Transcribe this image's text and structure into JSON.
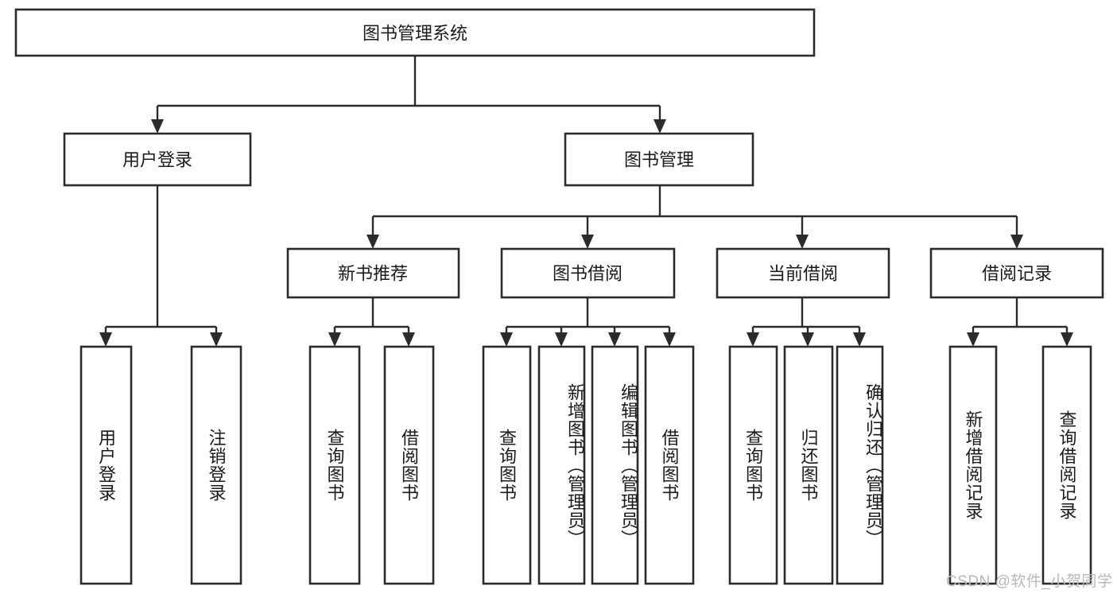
{
  "diagram": {
    "title_node": {
      "label": "图书管理系统"
    },
    "level2": [
      {
        "id": "user-login",
        "label": "用户登录"
      },
      {
        "id": "book-manage",
        "label": "图书管理"
      }
    ],
    "level3": [
      {
        "id": "new-book-recommend",
        "label": "新书推荐"
      },
      {
        "id": "book-borrow",
        "label": "图书借阅"
      },
      {
        "id": "current-borrow",
        "label": "当前借阅"
      },
      {
        "id": "borrow-record",
        "label": "借阅记录"
      }
    ],
    "leaves": [
      {
        "id": "leaf-user-login",
        "label": "用户登录"
      },
      {
        "id": "leaf-logout-login",
        "label": "注销登录"
      },
      {
        "id": "leaf-query-book-1",
        "label": "查询图书"
      },
      {
        "id": "leaf-borrow-book-1",
        "label": "借阅图书"
      },
      {
        "id": "leaf-query-book-2",
        "label": "查询图书"
      },
      {
        "id": "leaf-add-book",
        "label": "新增图书（管理员）"
      },
      {
        "id": "leaf-edit-book",
        "label": "编辑图书（管理员）"
      },
      {
        "id": "leaf-borrow-book-2",
        "label": "借阅图书"
      },
      {
        "id": "leaf-query-book-3",
        "label": "查询图书"
      },
      {
        "id": "leaf-return-book",
        "label": "归还图书"
      },
      {
        "id": "leaf-confirm-return",
        "label": "确认归还（管理员）"
      },
      {
        "id": "leaf-add-record",
        "label": "新增借阅记录"
      },
      {
        "id": "leaf-query-record",
        "label": "查询借阅记录"
      }
    ]
  },
  "watermark": {
    "text": "CSDN @软件_小贺同学"
  },
  "colors": {
    "stroke": "#2b2b2b",
    "fill": "#ffffff",
    "text": "#1a1a1a",
    "watermark": "#b8b8b8"
  }
}
